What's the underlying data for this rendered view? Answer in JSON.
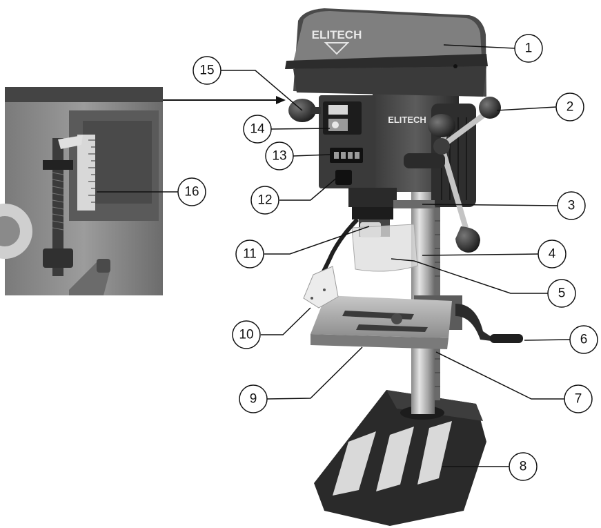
{
  "brand": {
    "top_logo": "ELITECH",
    "head_logo": "ELITECH"
  },
  "colors": {
    "metal_dark": "#2e2e2e",
    "metal_mid": "#5a5a5a",
    "metal_light": "#9a9a9a",
    "chrome": "#bdbdbd",
    "leader": "#111111"
  },
  "callouts": [
    {
      "id": "1",
      "label": "1"
    },
    {
      "id": "2",
      "label": "2"
    },
    {
      "id": "3",
      "label": "3"
    },
    {
      "id": "4",
      "label": "4"
    },
    {
      "id": "5",
      "label": "5"
    },
    {
      "id": "6",
      "label": "6"
    },
    {
      "id": "7",
      "label": "7"
    },
    {
      "id": "8",
      "label": "8"
    },
    {
      "id": "9",
      "label": "9"
    },
    {
      "id": "10",
      "label": "10"
    },
    {
      "id": "11",
      "label": "11"
    },
    {
      "id": "12",
      "label": "12"
    },
    {
      "id": "13",
      "label": "13"
    },
    {
      "id": "14",
      "label": "14"
    },
    {
      "id": "15",
      "label": "15"
    },
    {
      "id": "16",
      "label": "16"
    }
  ]
}
